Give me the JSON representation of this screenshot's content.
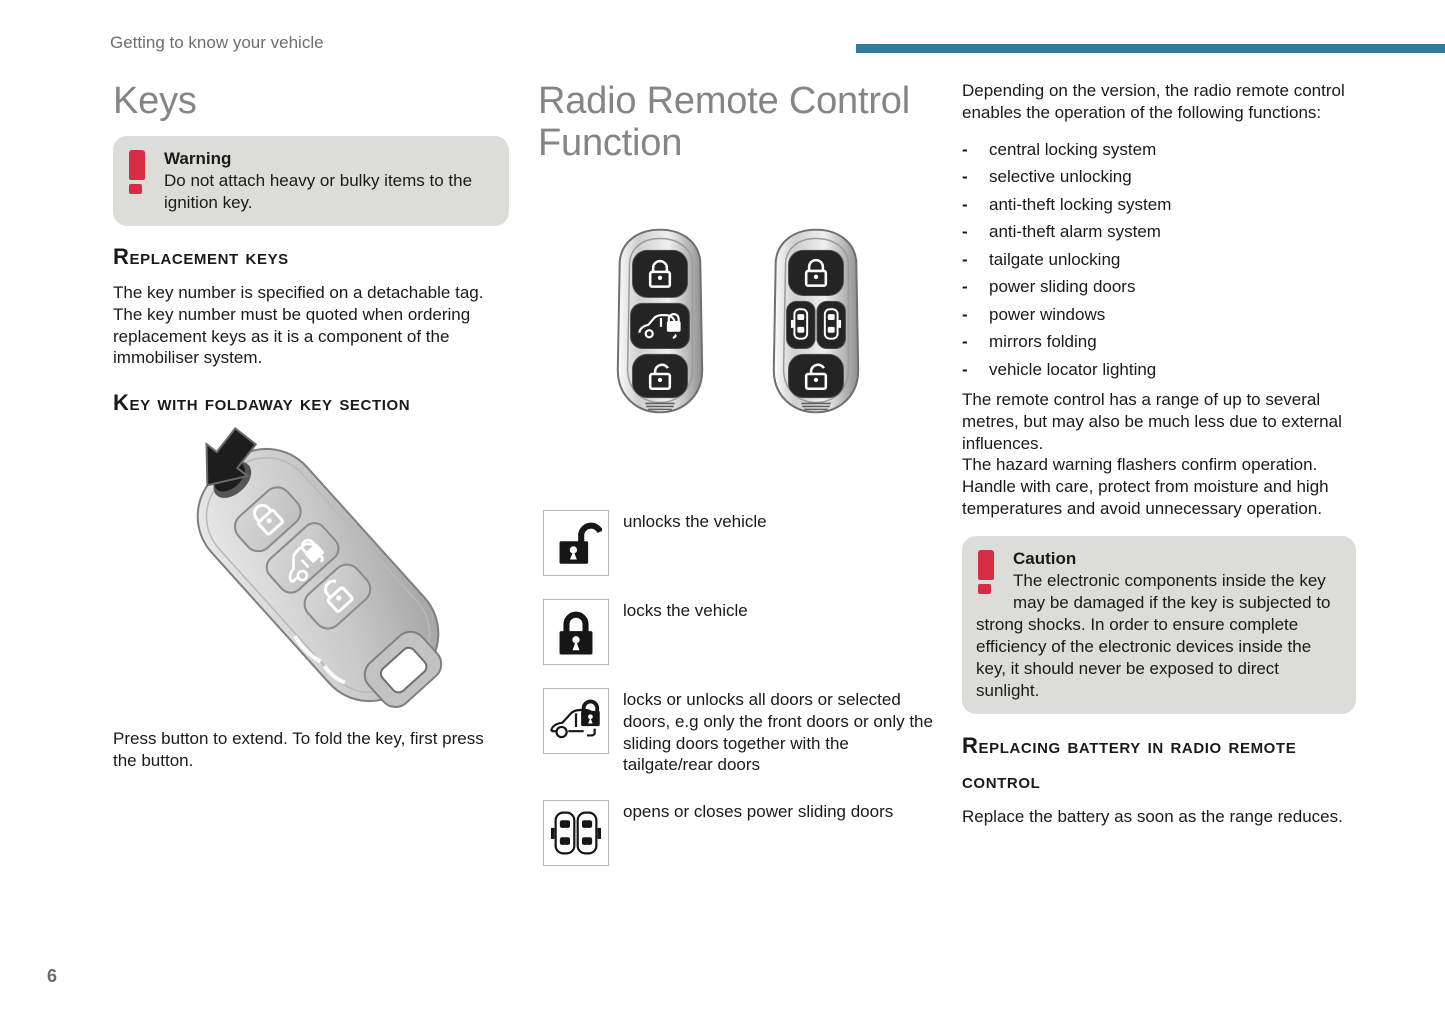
{
  "page": {
    "header": "Getting to know your vehicle",
    "page_number": "6",
    "accent_color": "#2e7d99",
    "alert_bg": "#dcdcd8",
    "alert_red": "#d82c46"
  },
  "col1": {
    "title": "Keys",
    "warning": {
      "title": "Warning",
      "text": "Do not attach heavy or bulky items to the ignition key."
    },
    "replacement": {
      "heading": "Replacement keys",
      "body": "The key number is specified on a detachable tag. The key number must be quoted when ordering replacement keys as it is a component of the immobiliser system."
    },
    "foldaway": {
      "heading": "Key with foldaway key section",
      "caption": "Press button to extend. To fold the key, first press the button."
    }
  },
  "col2": {
    "title": "Radio Remote Control Function",
    "rows": [
      {
        "icon": "unlock-icon",
        "text": "unlocks the vehicle"
      },
      {
        "icon": "lock-icon",
        "text": "locks the vehicle"
      },
      {
        "icon": "car-lock-icon",
        "text": "locks or unlocks all doors or selected doors, e.g only the front doors or only the sliding doors together with the tailgate/rear doors"
      },
      {
        "icon": "sliding-doors-icon",
        "text": "opens or closes power sliding doors"
      }
    ]
  },
  "col3": {
    "intro": "Depending on the version, the radio remote control enables the operation of the following functions:",
    "functions": [
      "central locking system",
      "selective unlocking",
      "anti-theft locking system",
      "anti-theft alarm system",
      "tailgate unlocking",
      "power sliding doors",
      "power windows",
      "mirrors folding",
      "vehicle locator lighting"
    ],
    "paragraphs": [
      "The remote control has a range of up to several metres, but may also be much less due to external influences.",
      "The hazard warning flashers confirm operation.",
      "Handle with care, protect from moisture and high temperatures and avoid unnecessary operation."
    ],
    "caution": {
      "title": "Caution",
      "text": "The electronic components inside the key may be damaged if the key is subjected to strong shocks. In order to ensure complete efficiency of the electronic devices inside the key, it should never be exposed to direct sunlight."
    },
    "battery": {
      "heading": "Replacing battery in radio remote control",
      "body": "Replace the battery as soon as the range reduces."
    }
  }
}
